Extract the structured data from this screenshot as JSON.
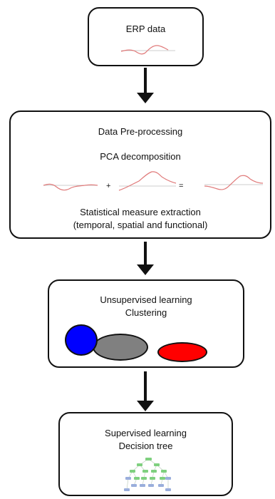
{
  "boxes": {
    "erp": {
      "title": "ERP data"
    },
    "preprocessing": {
      "title": "Data Pre-processing",
      "pca_label": "PCA decomposition",
      "plus_symbol": "+",
      "equals_symbol": "=",
      "stat_line1": "Statistical measure extraction",
      "stat_line2": "(temporal, spatial and functional)"
    },
    "unsupervised": {
      "line1": "Unsupervised learning",
      "line2": "Clustering",
      "clusters": [
        {
          "name": "blue",
          "color": "#0000ff"
        },
        {
          "name": "gray",
          "color": "#808080"
        },
        {
          "name": "red",
          "color": "#ff0000"
        }
      ]
    },
    "supervised": {
      "line1": "Supervised learning",
      "line2": "Decision tree"
    }
  },
  "colors": {
    "waveform": "#e07a7a",
    "baseline": "#bbbbbb",
    "tree_node": "#7fd07f",
    "tree_leaf": "#9aaedc",
    "border": "#111111"
  },
  "icons": [
    "erp-waveform-icon",
    "pca-component-icon",
    "cluster-ellipse-icon",
    "decision-tree-icon",
    "down-arrow-icon"
  ]
}
